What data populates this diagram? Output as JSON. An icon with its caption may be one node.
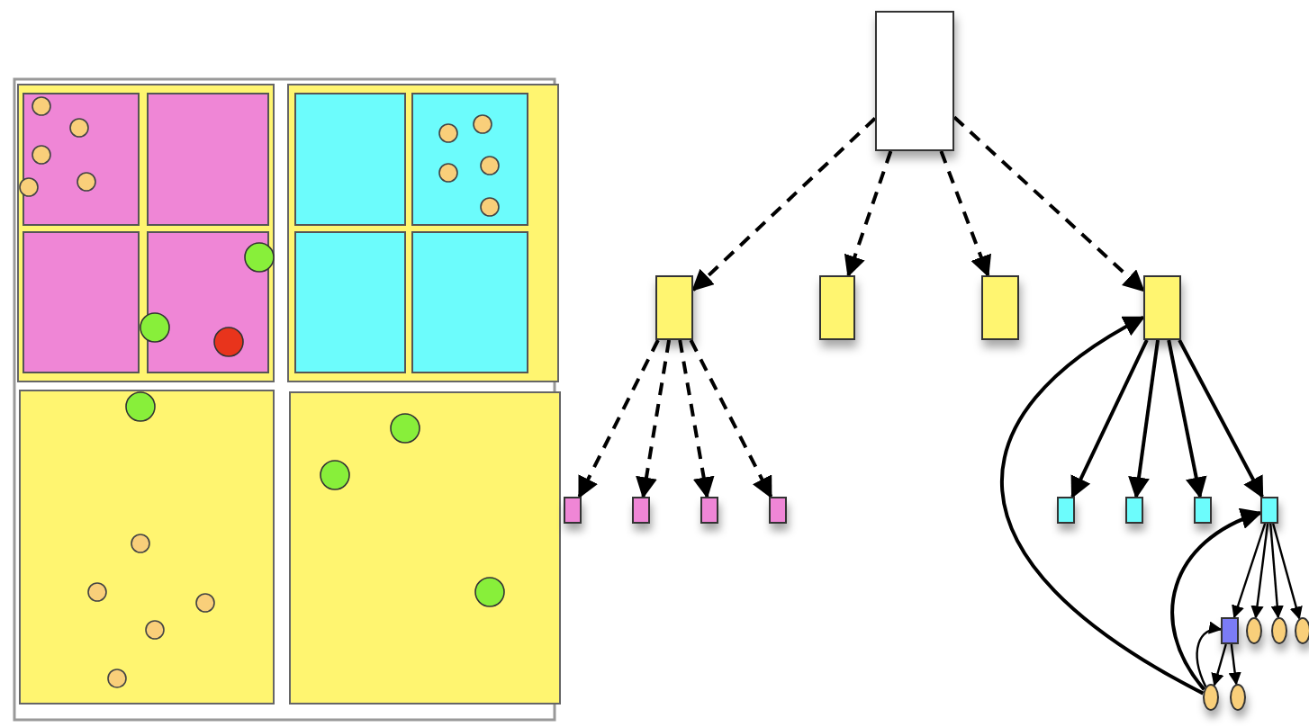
{
  "diagram": {
    "nodes": [
      {
        "text": [],
        "shape": "box"
      },
      {
        "text": [],
        "shape": "box"
      },
      {
        "text": [],
        "shape": "box"
      },
      {
        "text": [],
        "shape": "box"
      },
      {
        "text": [],
        "shape": "box"
      },
      {
        "text": [],
        "shape": "box"
      },
      {
        "text": [],
        "shape": "box"
      },
      {
        "text": [],
        "shape": "box"
      },
      {
        "text": [],
        "shape": "box"
      },
      {
        "text": [],
        "shape": "box"
      },
      {
        "text": [],
        "shape": "box"
      },
      {
        "text": [],
        "shape": "box"
      },
      {
        "text": [],
        "shape": "box"
      },
      {
        "text": [],
        "shape": "box"
      },
      {
        "text": [],
        "shape": "circle"
      },
      {
        "text": [],
        "shape": "circle"
      },
      {
        "text": [],
        "shape": "circle"
      },
      {
        "text": [],
        "shape": "circle"
      },
      {
        "text": [],
        "shape": "circle"
      }
    ],
    "edges": [
      {
        "from": 0,
        "to": 1,
        "arrow": "to",
        "style": "dashed"
      },
      {
        "from": 0,
        "to": 2,
        "arrow": "to",
        "style": "dashed"
      },
      {
        "from": 0,
        "to": 3,
        "arrow": "to",
        "style": "dashed"
      },
      {
        "from": 0,
        "to": 4,
        "arrow": "to",
        "style": "dashed"
      },
      {
        "from": 1,
        "to": 5,
        "arrow": "to",
        "style": "dashed"
      },
      {
        "from": 1,
        "to": 6,
        "arrow": "to",
        "style": "dashed"
      },
      {
        "from": 1,
        "to": 7,
        "arrow": "to",
        "style": "dashed"
      },
      {
        "from": 1,
        "to": 8,
        "arrow": "to",
        "style": "dashed"
      },
      {
        "from": 4,
        "to": 9,
        "arrow": "to"
      },
      {
        "from": 4,
        "to": 10,
        "arrow": "to"
      },
      {
        "from": 4,
        "to": 11,
        "arrow": "to"
      },
      {
        "from": 4,
        "to": 12,
        "arrow": "to"
      },
      {
        "from": 17,
        "to": 4,
        "arrow": "to"
      },
      {
        "from": 12,
        "to": 13,
        "arrow": "to"
      },
      {
        "from": 12,
        "to": 14,
        "arrow": "to"
      },
      {
        "from": 12,
        "to": 15,
        "arrow": "to"
      },
      {
        "from": 12,
        "to": 16,
        "arrow": "to"
      },
      {
        "from": 17,
        "to": 12,
        "arrow": "to"
      },
      {
        "from": 17,
        "to": 13,
        "arrow": "to"
      },
      {
        "from": 13,
        "to": 17,
        "arrow": "to"
      },
      {
        "from": 13,
        "to": 18,
        "arrow": "to"
      }
    ]
  }
}
